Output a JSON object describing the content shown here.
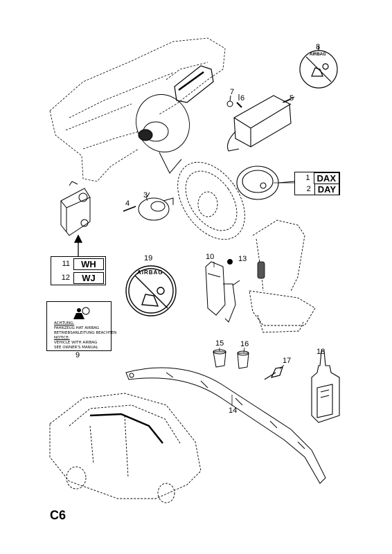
{
  "page_code": "C6",
  "callouts": {
    "c3": "3",
    "c4": "4",
    "c5": "5",
    "c6": "6",
    "c7": "7",
    "c8": "8",
    "c9": "9",
    "c10": "10",
    "c13": "13",
    "c14": "14",
    "c15": "15",
    "c16": "16",
    "c17": "17",
    "c18": "18",
    "c19": "19"
  },
  "code_box_dax": {
    "rows": [
      {
        "index": "1",
        "code": "DAX"
      },
      {
        "index": "2",
        "code": "DAY"
      }
    ]
  },
  "code_box_wh": {
    "rows": [
      {
        "index": "11",
        "code": "WH"
      },
      {
        "index": "12",
        "code": "WJ"
      }
    ]
  },
  "warning_label": {
    "lines": [
      "ACHTUNG:",
      "FAHRZEUG HAT AIRBAG",
      "BETRIEBSANLEITUNG BEACHTEN",
      "NOTICE:",
      "VEHICLE WITH AIRBAG",
      "SEE OWNER'S MANUAL"
    ]
  },
  "airbag_sticker_text": "AIRBAG",
  "colors": {
    "line": "#000000",
    "background": "#ffffff"
  }
}
